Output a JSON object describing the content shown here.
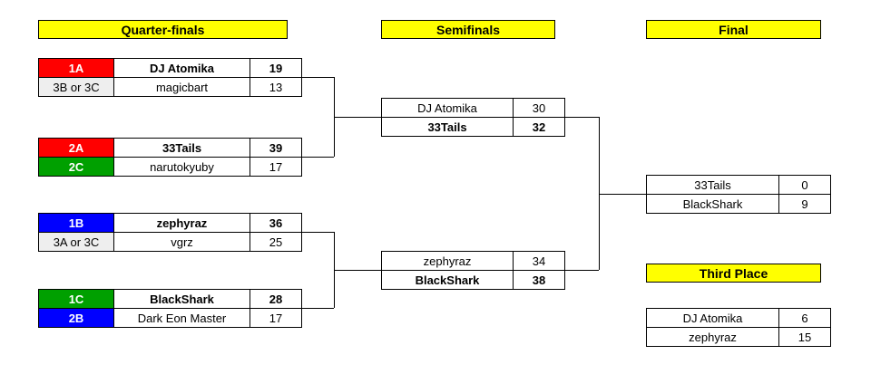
{
  "headers": {
    "quarterfinals": "Quarter-finals",
    "semifinals": "Semifinals",
    "final": "Final",
    "third_place": "Third Place"
  },
  "colors": {
    "header_bg": "#ffff00",
    "seed_red": "#ff0000",
    "seed_green": "#00a000",
    "seed_blue": "#0000ff",
    "seed_gray": "#eeeeee",
    "line": "#000000"
  },
  "quarterfinals": [
    {
      "rows": [
        {
          "seed": "1A",
          "seed_bg": "#ff0000",
          "seed_fg": "#ffffff",
          "seed_bold": true,
          "name": "DJ Atomika",
          "score": "19",
          "bold": true
        },
        {
          "seed": "3B or 3C",
          "seed_bg": "#eeeeee",
          "seed_fg": "#000000",
          "seed_bold": false,
          "name": "magicbart",
          "score": "13",
          "bold": false
        }
      ]
    },
    {
      "rows": [
        {
          "seed": "2A",
          "seed_bg": "#ff0000",
          "seed_fg": "#ffffff",
          "seed_bold": true,
          "name": "33Tails",
          "score": "39",
          "bold": true
        },
        {
          "seed": "2C",
          "seed_bg": "#00a000",
          "seed_fg": "#ffffff",
          "seed_bold": true,
          "name": "narutokyuby",
          "score": "17",
          "bold": false
        }
      ]
    },
    {
      "rows": [
        {
          "seed": "1B",
          "seed_bg": "#0000ff",
          "seed_fg": "#ffffff",
          "seed_bold": true,
          "name": "zephyraz",
          "score": "36",
          "bold": true
        },
        {
          "seed": "3A or 3C",
          "seed_bg": "#eeeeee",
          "seed_fg": "#000000",
          "seed_bold": false,
          "name": "vgrz",
          "score": "25",
          "bold": false
        }
      ]
    },
    {
      "rows": [
        {
          "seed": "1C",
          "seed_bg": "#00a000",
          "seed_fg": "#ffffff",
          "seed_bold": true,
          "name": "BlackShark",
          "score": "28",
          "bold": true
        },
        {
          "seed": "2B",
          "seed_bg": "#0000ff",
          "seed_fg": "#ffffff",
          "seed_bold": true,
          "name": "Dark Eon Master",
          "score": "17",
          "bold": false
        }
      ]
    }
  ],
  "semifinals": [
    {
      "rows": [
        {
          "name": "DJ Atomika",
          "score": "30",
          "bold": false
        },
        {
          "name": "33Tails",
          "score": "32",
          "bold": true
        }
      ]
    },
    {
      "rows": [
        {
          "name": "zephyraz",
          "score": "34",
          "bold": false
        },
        {
          "name": "BlackShark",
          "score": "38",
          "bold": true
        }
      ]
    }
  ],
  "final": {
    "rows": [
      {
        "name": "33Tails",
        "score": "0",
        "bold": false
      },
      {
        "name": "BlackShark",
        "score": "9",
        "bold": false
      }
    ]
  },
  "third_place": {
    "rows": [
      {
        "name": "DJ Atomika",
        "score": "6",
        "bold": false
      },
      {
        "name": "zephyraz",
        "score": "15",
        "bold": false
      }
    ]
  }
}
